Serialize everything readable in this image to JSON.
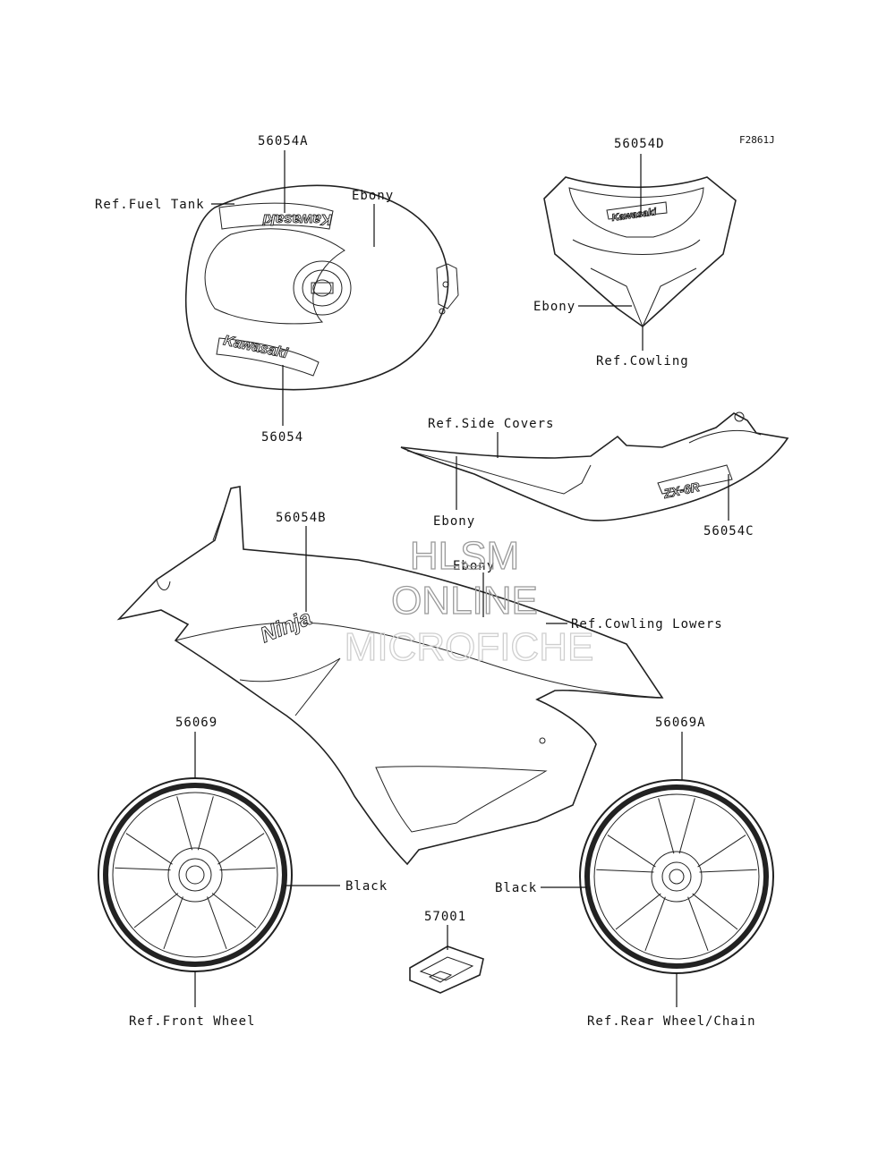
{
  "figure_code": "F2861J",
  "watermark": {
    "line1": "HLSM",
    "line2": "ONLINE",
    "line3": "MICROFICHE"
  },
  "decals": {
    "tank_brand": "Kawasaki",
    "cowl_brand": "Kawasaki",
    "side_model": "Ninja",
    "tail_model": "ZX-6R"
  },
  "callouts": [
    {
      "id": "56054A",
      "text": "56054A"
    },
    {
      "id": "ref_fuel_tank",
      "text": "Ref.Fuel Tank"
    },
    {
      "id": "ebony_tank",
      "text": "Ebony"
    },
    {
      "id": "56054",
      "text": "56054"
    },
    {
      "id": "56054D",
      "text": "56054D"
    },
    {
      "id": "ebony_cowl",
      "text": "Ebony"
    },
    {
      "id": "ref_cowling",
      "text": "Ref.Cowling"
    },
    {
      "id": "ref_side_covers",
      "text": "Ref.Side Covers"
    },
    {
      "id": "ebony_side",
      "text": "Ebony"
    },
    {
      "id": "56054C",
      "text": "56054C"
    },
    {
      "id": "56054B",
      "text": "56054B"
    },
    {
      "id": "ebony_lower",
      "text": "Ebony"
    },
    {
      "id": "ref_cowling_lowers",
      "text": "Ref.Cowling Lowers"
    },
    {
      "id": "56069",
      "text": "56069"
    },
    {
      "id": "56069A",
      "text": "56069A"
    },
    {
      "id": "black_front",
      "text": "Black"
    },
    {
      "id": "black_rear",
      "text": "Black"
    },
    {
      "id": "57001",
      "text": "57001"
    },
    {
      "id": "ref_front_wheel",
      "text": "Ref.Front Wheel"
    },
    {
      "id": "ref_rear_wheel",
      "text": "Ref.Rear Wheel/Chain"
    }
  ]
}
